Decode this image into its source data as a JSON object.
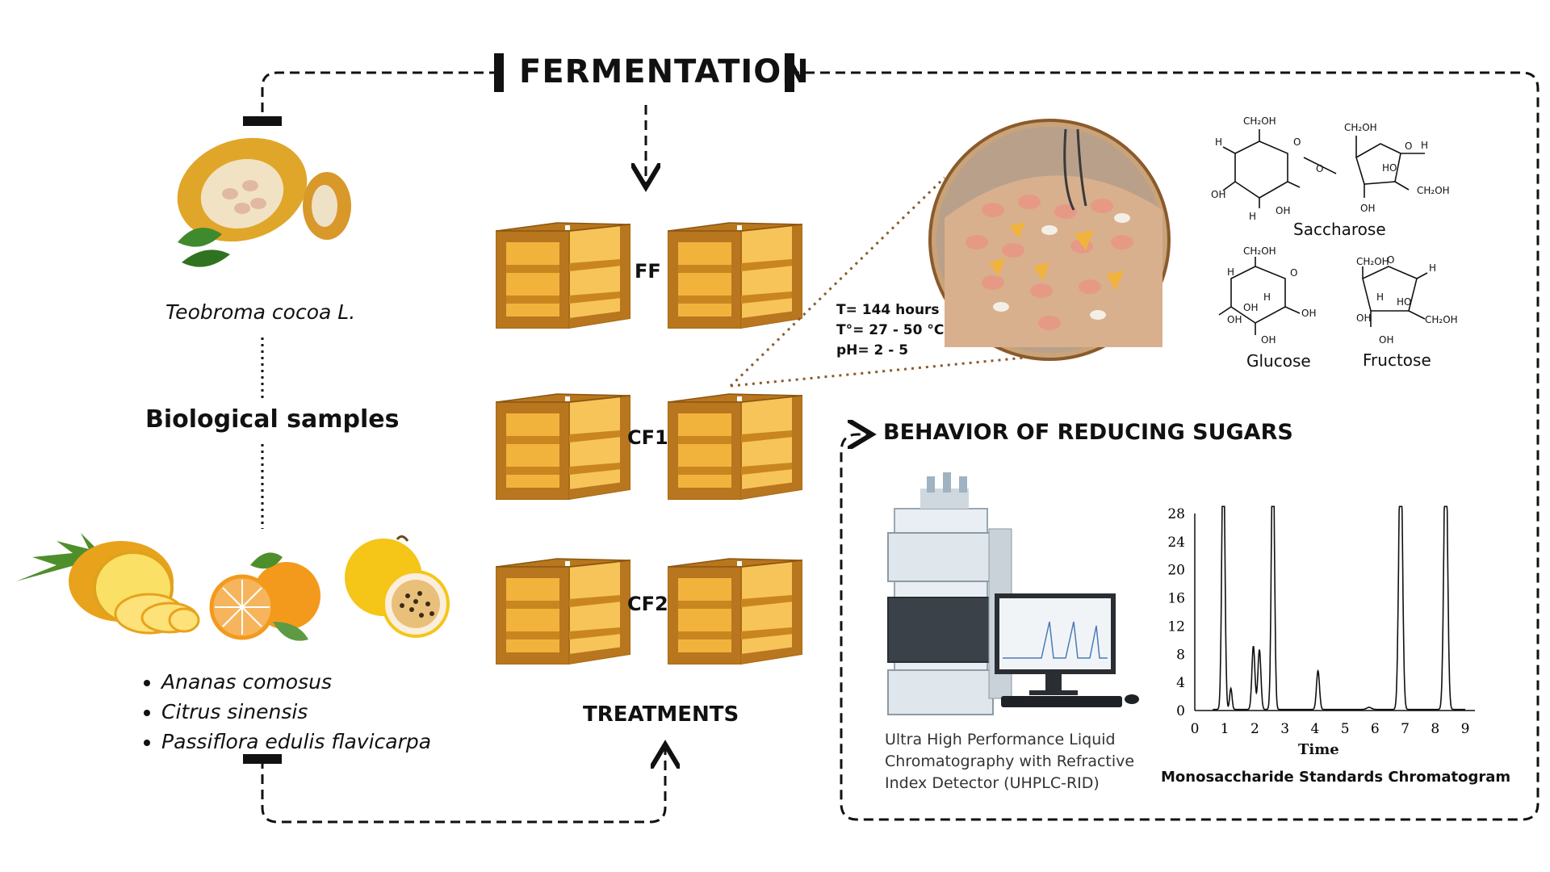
{
  "title": "FERMENTATION",
  "cocoa": {
    "name": "Teobroma cocoa L."
  },
  "biological": "Biological samples",
  "fruits": [
    "Ananas comosus",
    "Citrus sinensis",
    "Passiflora edulis flavicarpa"
  ],
  "treatments": {
    "title": "TREATMENTS",
    "labels": [
      "FF",
      "CF1",
      "CF2"
    ]
  },
  "conditions": [
    "T= 144 hours",
    "T°= 27 - 50 °C",
    "pH= 2 - 5"
  ],
  "sugars": {
    "saccharose": "Saccharose",
    "glucose": "Glucose",
    "fructose": "Fructose"
  },
  "section": "BEHAVIOR OF REDUCING SUGARS",
  "instrument": [
    "Ultra High Performance Liquid",
    "Chromatography with Refractive",
    "Index Detector (UHPLC-RID)"
  ],
  "chromatogram": {
    "title": "Monosaccharide Standards Chromatogram",
    "xlabel": "Time",
    "x_ticks": [
      "0",
      "1",
      "2",
      "3",
      "4",
      "5",
      "6",
      "7",
      "8",
      "9"
    ],
    "y_ticks": [
      "0",
      "4",
      "8",
      "12",
      "16",
      "20",
      "24",
      "28"
    ],
    "xlim": [
      0,
      9
    ],
    "ylim": [
      0,
      28
    ]
  },
  "colors": {
    "box": "#f2b33d",
    "frame": "#b8761e",
    "accent": "#8b5a2b"
  }
}
